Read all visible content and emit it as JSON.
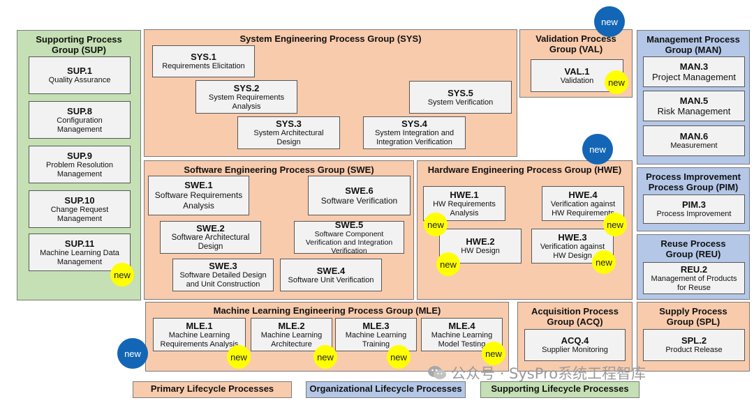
{
  "groups": {
    "sup": {
      "title": "Supporting Process Group (SUP)"
    },
    "sys": {
      "title": "System Engineering Process Group (SYS)"
    },
    "val": {
      "title": "Validation Process Group (VAL)"
    },
    "man": {
      "title": "Management Process Group (MAN)"
    },
    "swe": {
      "title": "Software Engineering Process Group (SWE)"
    },
    "hwe": {
      "title": "Hardware Engineering Process Group (HWE)"
    },
    "pim": {
      "title": "Process Improvement Process Group (PIM)"
    },
    "reu": {
      "title": "Reuse Process Group (REU)"
    },
    "mle": {
      "title": "Machine Learning Engineering Process Group (MLE)"
    },
    "acq": {
      "title": "Acquisition Process Group (ACQ)"
    },
    "spl": {
      "title": "Supply Process Group (SPL)"
    }
  },
  "processes": {
    "sup1": {
      "id": "SUP.1",
      "name": "Quality Assurance"
    },
    "sup8": {
      "id": "SUP.8",
      "name": "Configuration Management"
    },
    "sup9": {
      "id": "SUP.9",
      "name": "Problem Resolution Management"
    },
    "sup10": {
      "id": "SUP.10",
      "name": "Change Request Management"
    },
    "sup11": {
      "id": "SUP.11",
      "name": "Machine Learning Data Management"
    },
    "sys1": {
      "id": "SYS.1",
      "name": "Requirements Elicitation"
    },
    "sys2": {
      "id": "SYS.2",
      "name": "System Requirements Analysis"
    },
    "sys3": {
      "id": "SYS.3",
      "name": "System Architectural Design"
    },
    "sys4": {
      "id": "SYS.4",
      "name": "System Integration and Integration Verification"
    },
    "sys5": {
      "id": "SYS.5",
      "name": "System Verification"
    },
    "val1": {
      "id": "VAL.1",
      "name": "Validation"
    },
    "man3": {
      "id": "MAN.3",
      "name": "Project Management"
    },
    "man5": {
      "id": "MAN.5",
      "name": "Risk Management"
    },
    "man6": {
      "id": "MAN.6",
      "name": "Measurement"
    },
    "swe1": {
      "id": "SWE.1",
      "name": "Software Requirements Analysis"
    },
    "swe2": {
      "id": "SWE.2",
      "name": "Software Architectural Design"
    },
    "swe3": {
      "id": "SWE.3",
      "name": "Software Detailed Design and Unit Construction"
    },
    "swe4": {
      "id": "SWE.4",
      "name": "Software Unit Verification"
    },
    "swe5": {
      "id": "SWE.5",
      "name": "Software Component Verification and Integration Verification"
    },
    "swe6": {
      "id": "SWE.6",
      "name": "Software Verification"
    },
    "hwe1": {
      "id": "HWE.1",
      "name": "HW Requirements Analysis"
    },
    "hwe2": {
      "id": "HWE.2",
      "name": "HW Design"
    },
    "hwe3": {
      "id": "HWE.3",
      "name": "Verification against HW Design"
    },
    "hwe4": {
      "id": "HWE.4",
      "name": "Verification against HW Requirements"
    },
    "pim3": {
      "id": "PIM.3",
      "name": "Process Improvement"
    },
    "reu2": {
      "id": "REU.2",
      "name": "Management of Products for Reuse"
    },
    "mle1": {
      "id": "MLE.1",
      "name": "Machine Learning Requirements Analysis"
    },
    "mle2": {
      "id": "MLE.2",
      "name": "Machine Learning Architecture"
    },
    "mle3": {
      "id": "MLE.3",
      "name": "Machine Learning Training"
    },
    "mle4": {
      "id": "MLE.4",
      "name": "Machine Learning Model Testing"
    },
    "acq4": {
      "id": "ACQ.4",
      "name": "Supplier Monitoring"
    },
    "spl2": {
      "id": "SPL.2",
      "name": "Product Release"
    }
  },
  "badge": {
    "new": "new"
  },
  "legend": {
    "primary": "Primary Lifecycle Processes",
    "organizational": "Organizational Lifecycle Processes",
    "supporting": "Supporting Lifecycle Processes"
  },
  "watermark": {
    "text": "公众号 · SysPro系统工程智库"
  },
  "colors": {
    "primary": "#f8cbad",
    "organizational": "#b4c7e7",
    "supporting": "#c5e0b4",
    "new_yellow": "#ffff00",
    "new_blue": "#1266b5"
  }
}
